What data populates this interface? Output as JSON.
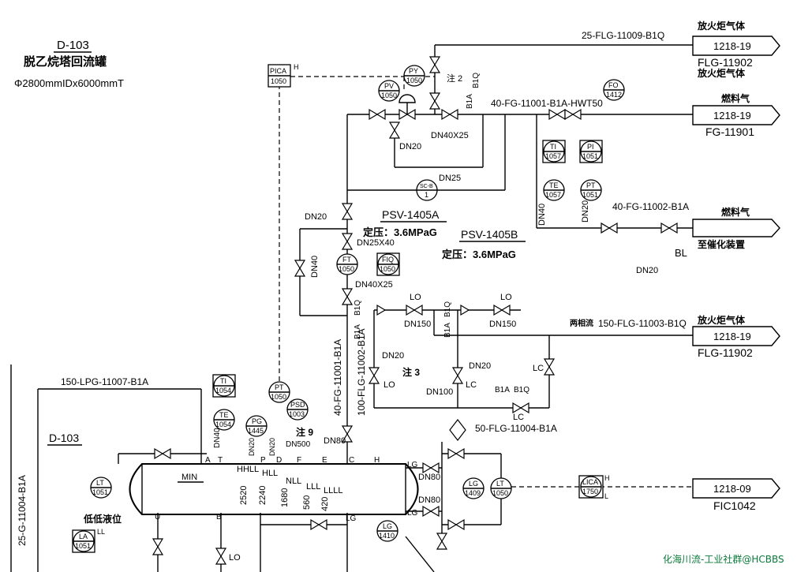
{
  "title_block": {
    "tag": "D-103",
    "name": "脱乙烷塔回流罐",
    "dims": "Φ2800mmIDx6000mmT"
  },
  "vessel": {
    "tag": "D-103",
    "min_label": "MIN"
  },
  "offpage": [
    {
      "num": "1218-19",
      "desc": "放火炬气体",
      "line": "FLG-11902",
      "sub": "放火炬气体"
    },
    {
      "num": "1218-19",
      "desc": "燃料气",
      "line": "FG-11901",
      "sub": ""
    },
    {
      "num": "",
      "desc": "燃料气",
      "line": "",
      "sub": "至催化装置"
    },
    {
      "num": "1218-19",
      "desc": "放火炬气体",
      "line": "FLG-11902",
      "sub": ""
    },
    {
      "num": "1218-09",
      "desc": "",
      "line": "FIC1042",
      "sub": ""
    }
  ],
  "lines": {
    "l1": "25-FLG-11009-B1Q",
    "l2": "40-FG-11001-B1A-HWT50",
    "l3": "40-FG-11002-B1A",
    "l4": "150-FLG-11003-B1Q",
    "l4pre": "两相流",
    "l5": "150-LPG-11007-B1A",
    "l6": "40-FG-11001-B1A",
    "l7": "100-FLG-11002-B1A",
    "l8": "50-FLG-11004-B1A",
    "l9": "25-G-11004-B1A"
  },
  "psv": [
    {
      "tag": "PSV-1405A",
      "set": "定压：3.6MPaG"
    },
    {
      "tag": "PSV-1405B",
      "set": "定压：3.6MPaG"
    }
  ],
  "instruments": {
    "pica": [
      "PICA",
      "1050"
    ],
    "py": [
      "PY",
      "1050"
    ],
    "pv": [
      "PV",
      "1050"
    ],
    "fo": [
      "FO",
      "1412"
    ],
    "sc": [
      "SC-B",
      "1"
    ],
    "ti1": [
      "TI",
      "1057"
    ],
    "pi1": [
      "PI",
      "1051"
    ],
    "te1": [
      "TE",
      "1057"
    ],
    "pt1": [
      "PT",
      "1051"
    ],
    "ft": [
      "FT",
      "1050"
    ],
    "fiq": [
      "FIQ",
      "1050"
    ],
    "ti2": [
      "TI",
      "1054"
    ],
    "te2": [
      "TE",
      "1054"
    ],
    "pg": [
      "PG",
      "1445"
    ],
    "pt2": [
      "PT",
      "1050"
    ],
    "psd": [
      "PSD",
      "1003"
    ],
    "lt1": [
      "LT",
      "1051"
    ],
    "la": [
      "LA",
      "1051"
    ],
    "lg1": [
      "LG",
      "1409"
    ],
    "lt2": [
      "LT",
      "1050"
    ],
    "lica": [
      "LICA",
      "1750"
    ],
    "lg2": [
      "LG",
      "1410"
    ]
  },
  "labels": {
    "dn20": "DN20",
    "dn25": "DN25",
    "dn40": "DN40",
    "dn40x25": "DN40X25",
    "dn25x40": "DN25X40",
    "dn150": "DN150",
    "dn100": "DN100",
    "dn80": "DN80",
    "dn500": "DN500",
    "b1a": "B1A",
    "b1q": "B1Q",
    "lo": "LO",
    "lc": "LC",
    "bl": "BL",
    "note2": "注 2",
    "note3": "注 3",
    "note9": "注 9",
    "low_level": "低低液位",
    "h": "H",
    "l": "L",
    "ll": "LL",
    "levels": [
      "2520",
      "2240",
      "1680",
      "560",
      "420"
    ],
    "lvl_tags": [
      "HHLL",
      "HLL",
      "NLL",
      "LLL",
      "LLLL"
    ],
    "noz": [
      "A",
      "T",
      "P",
      "D",
      "F",
      "E",
      "C",
      "H",
      "B",
      "U",
      "LG",
      "LG"
    ]
  },
  "watermark": "化海川流-工业社群@HCBBS"
}
